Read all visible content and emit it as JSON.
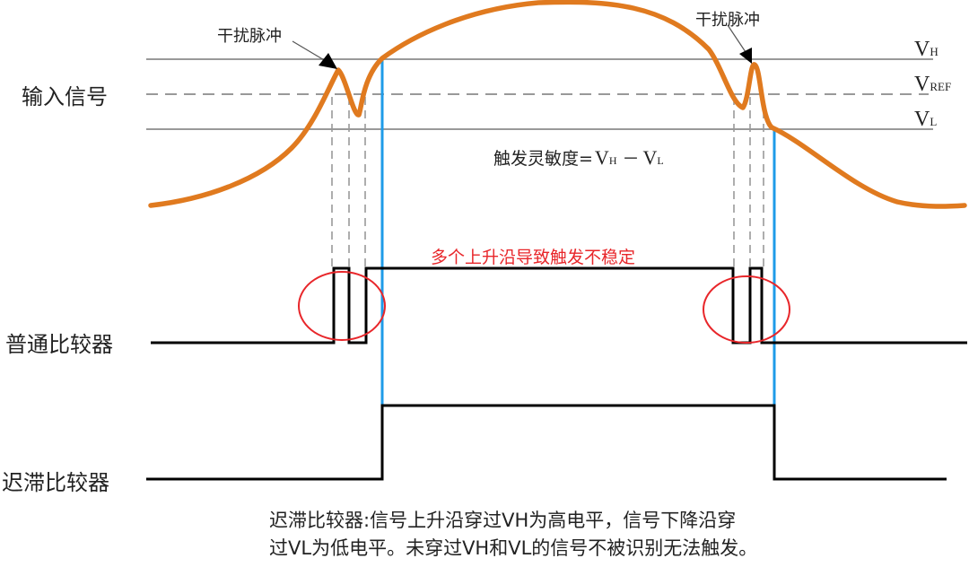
{
  "row_labels": {
    "input_signal": "输入信号",
    "normal_comparator": "普通比较器",
    "hysteresis_comparator": "迟滞比较器"
  },
  "threshold_labels": {
    "vh_main": "V",
    "vh_sub": "H",
    "vref_main": "V",
    "vref_sub": "REF",
    "vl_main": "V",
    "vl_sub": "L"
  },
  "annotations": {
    "glitch_left": "干扰脉冲",
    "glitch_right": "干扰脉冲",
    "sensitivity_prefix": "触发灵敏度=",
    "sensitivity_v1": "V",
    "sensitivity_v1_sub": "H",
    "sensitivity_minus": "－",
    "sensitivity_v2": "V",
    "sensitivity_v2_sub": "L",
    "unstable_warning": "多个上升沿导致触发不稳定"
  },
  "caption": {
    "line1": "迟滞比较器:信号上升沿穿过VH为高电平，信号下降沿穿",
    "line2": "过VL为低电平。未穿过VH和VL的信号不被识别无法触发。"
  },
  "colors": {
    "signal": "#e07a1f",
    "trigger_line": "#1e9be8",
    "threshold": "#999999",
    "waveform": "#000000",
    "highlight": "#e8262a"
  }
}
